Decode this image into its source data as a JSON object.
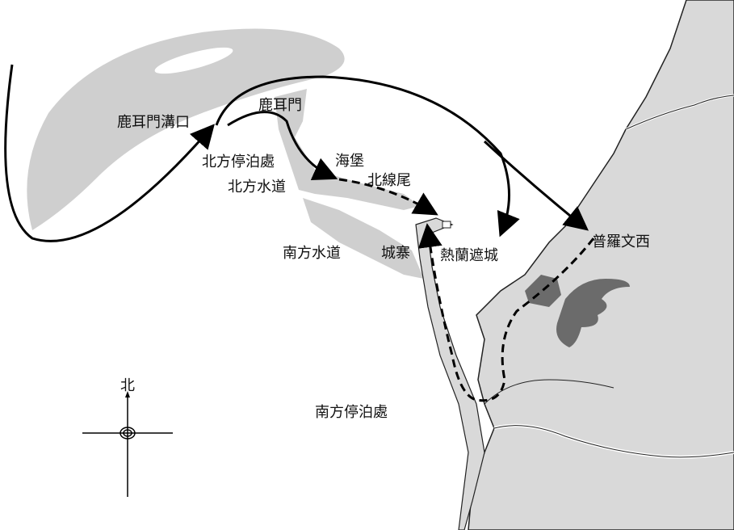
{
  "labels": {
    "luermen_mouth": "鹿耳門溝口",
    "luermen": "鹿耳門",
    "north_anchorage": "北方停泊處",
    "north_channel": "北方水道",
    "sea_fort": "海堡",
    "beixianwei": "北線尾",
    "south_channel": "南方水道",
    "fortress": "城寨",
    "zeelandia": "熱蘭遮城",
    "provintia": "普羅文西",
    "south_anchorage": "南方停泊處"
  },
  "compass": {
    "north": "北"
  },
  "colors": {
    "land": "#d9d9d9",
    "sand": "#cfcfcf",
    "dark_land": "#6b6b6b",
    "route": "#000000"
  }
}
